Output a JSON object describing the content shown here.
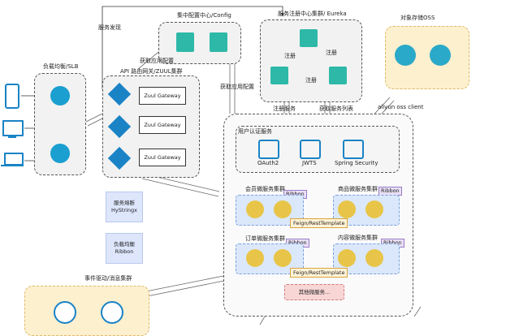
{
  "labels": {
    "service_discovery": "服务发现",
    "config_center": "集中配置中心/Config",
    "registry": "服务注册中心集群/ Eureka",
    "oss": "对象存储OSS",
    "slb": "负载均衡/SLB",
    "gateway_cluster": "API 路由网关/ZUUL集群",
    "fetch_config_1": "获取应用配置",
    "fetch_config_2": "获取应用配置",
    "register_a": "注册",
    "register_b": "注册",
    "register_c": "注册",
    "register_service": "注册服务",
    "fetch_service_list": "获取服务列表",
    "aliyun_client": "aliyun oss client",
    "auth_service": "用户认证服务",
    "member_cluster": "会员微服务集群",
    "product_cluster": "商品微服务集群",
    "order_cluster": "订单微服务集群",
    "content_cluster": "内容微服务集群",
    "event_cluster": "事件驱动/消息集群"
  },
  "gateways": [
    "Zuul Gateway",
    "Zuul Gateway",
    "Zuul Gateway"
  ],
  "side_boxes": {
    "breaker_title": "服务熔断",
    "breaker_name": "HyStringx",
    "lb_title": "负载均衡",
    "lb_name": "Ribbon"
  },
  "auth_items": [
    "OAuth2",
    "JWTS",
    "Spring Security"
  ],
  "ribbon_tags": [
    "Ribbon",
    "Ribbon",
    "Ribbon",
    "Ribbon"
  ],
  "feign_labels": [
    "Feign/RestTemplate",
    "Feign/RestTemplate"
  ],
  "other_services": "其他微服务...",
  "colors": {
    "icon_blue": "#1a83c6",
    "icon_teal": "#2aa9c8",
    "server_teal": "#2eb8a8",
    "peach_bg": "#fdf0cf",
    "cluster_bg": "#dbe8fb",
    "ribbon_bg": "#e8dff5",
    "feign_bg": "#fff3d6",
    "other_bg": "#f8d6d6"
  }
}
